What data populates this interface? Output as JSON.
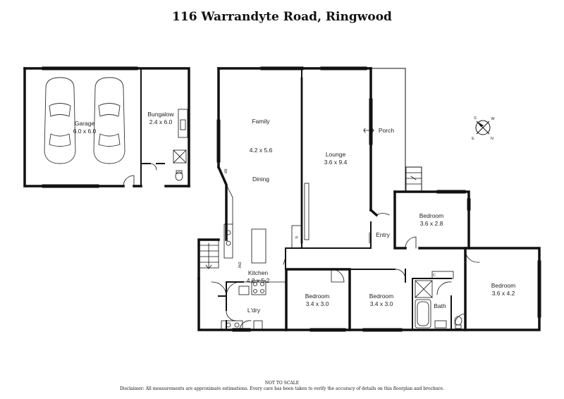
{
  "header": {
    "title": "116 Warrandyte Road, Ringwood"
  },
  "rooms": {
    "garage": {
      "name": "Garage",
      "size": "6.0 x 6.0"
    },
    "bungalow": {
      "name": "Bungalow",
      "size": "2.4 x 6.0"
    },
    "family": {
      "name": "Family"
    },
    "family_dining_size": {
      "size": "4.2 x 5.6"
    },
    "dining": {
      "name": "Dining"
    },
    "lounge": {
      "name": "Lounge",
      "size": "3.6 x 9.4"
    },
    "porch": {
      "name": "Porch"
    },
    "entry": {
      "name": "Entry"
    },
    "bedroom_ne": {
      "name": "Bedroom",
      "size": "3.6 x 2.8"
    },
    "bedroom_e": {
      "name": "Bedroom",
      "size": "3.6 x 4.2"
    },
    "bedroom_s1": {
      "name": "Bedroom",
      "size": "3.4 x 3.0"
    },
    "bedroom_s2": {
      "name": "Bedroom",
      "size": "3.4 x 3.0"
    },
    "kitchen": {
      "name": "Kitchen",
      "size": "4.2 x 5.2"
    },
    "laundry": {
      "name": "L'dry"
    },
    "bath": {
      "name": "Bath"
    }
  },
  "fixtures": {
    "fridge": "RF",
    "dishwasher": "DW",
    "pantry": "P",
    "cupboard": "C"
  },
  "compass": {
    "n": "N",
    "s": "S",
    "e": "E",
    "w": "W"
  },
  "footer": {
    "scale_note": "NOT TO SCALE",
    "disclaimer": "Disclaimer: All measurements are approximate estimations. Every care has been taken to verify the accuracy of details on this floorplan and brochure."
  }
}
